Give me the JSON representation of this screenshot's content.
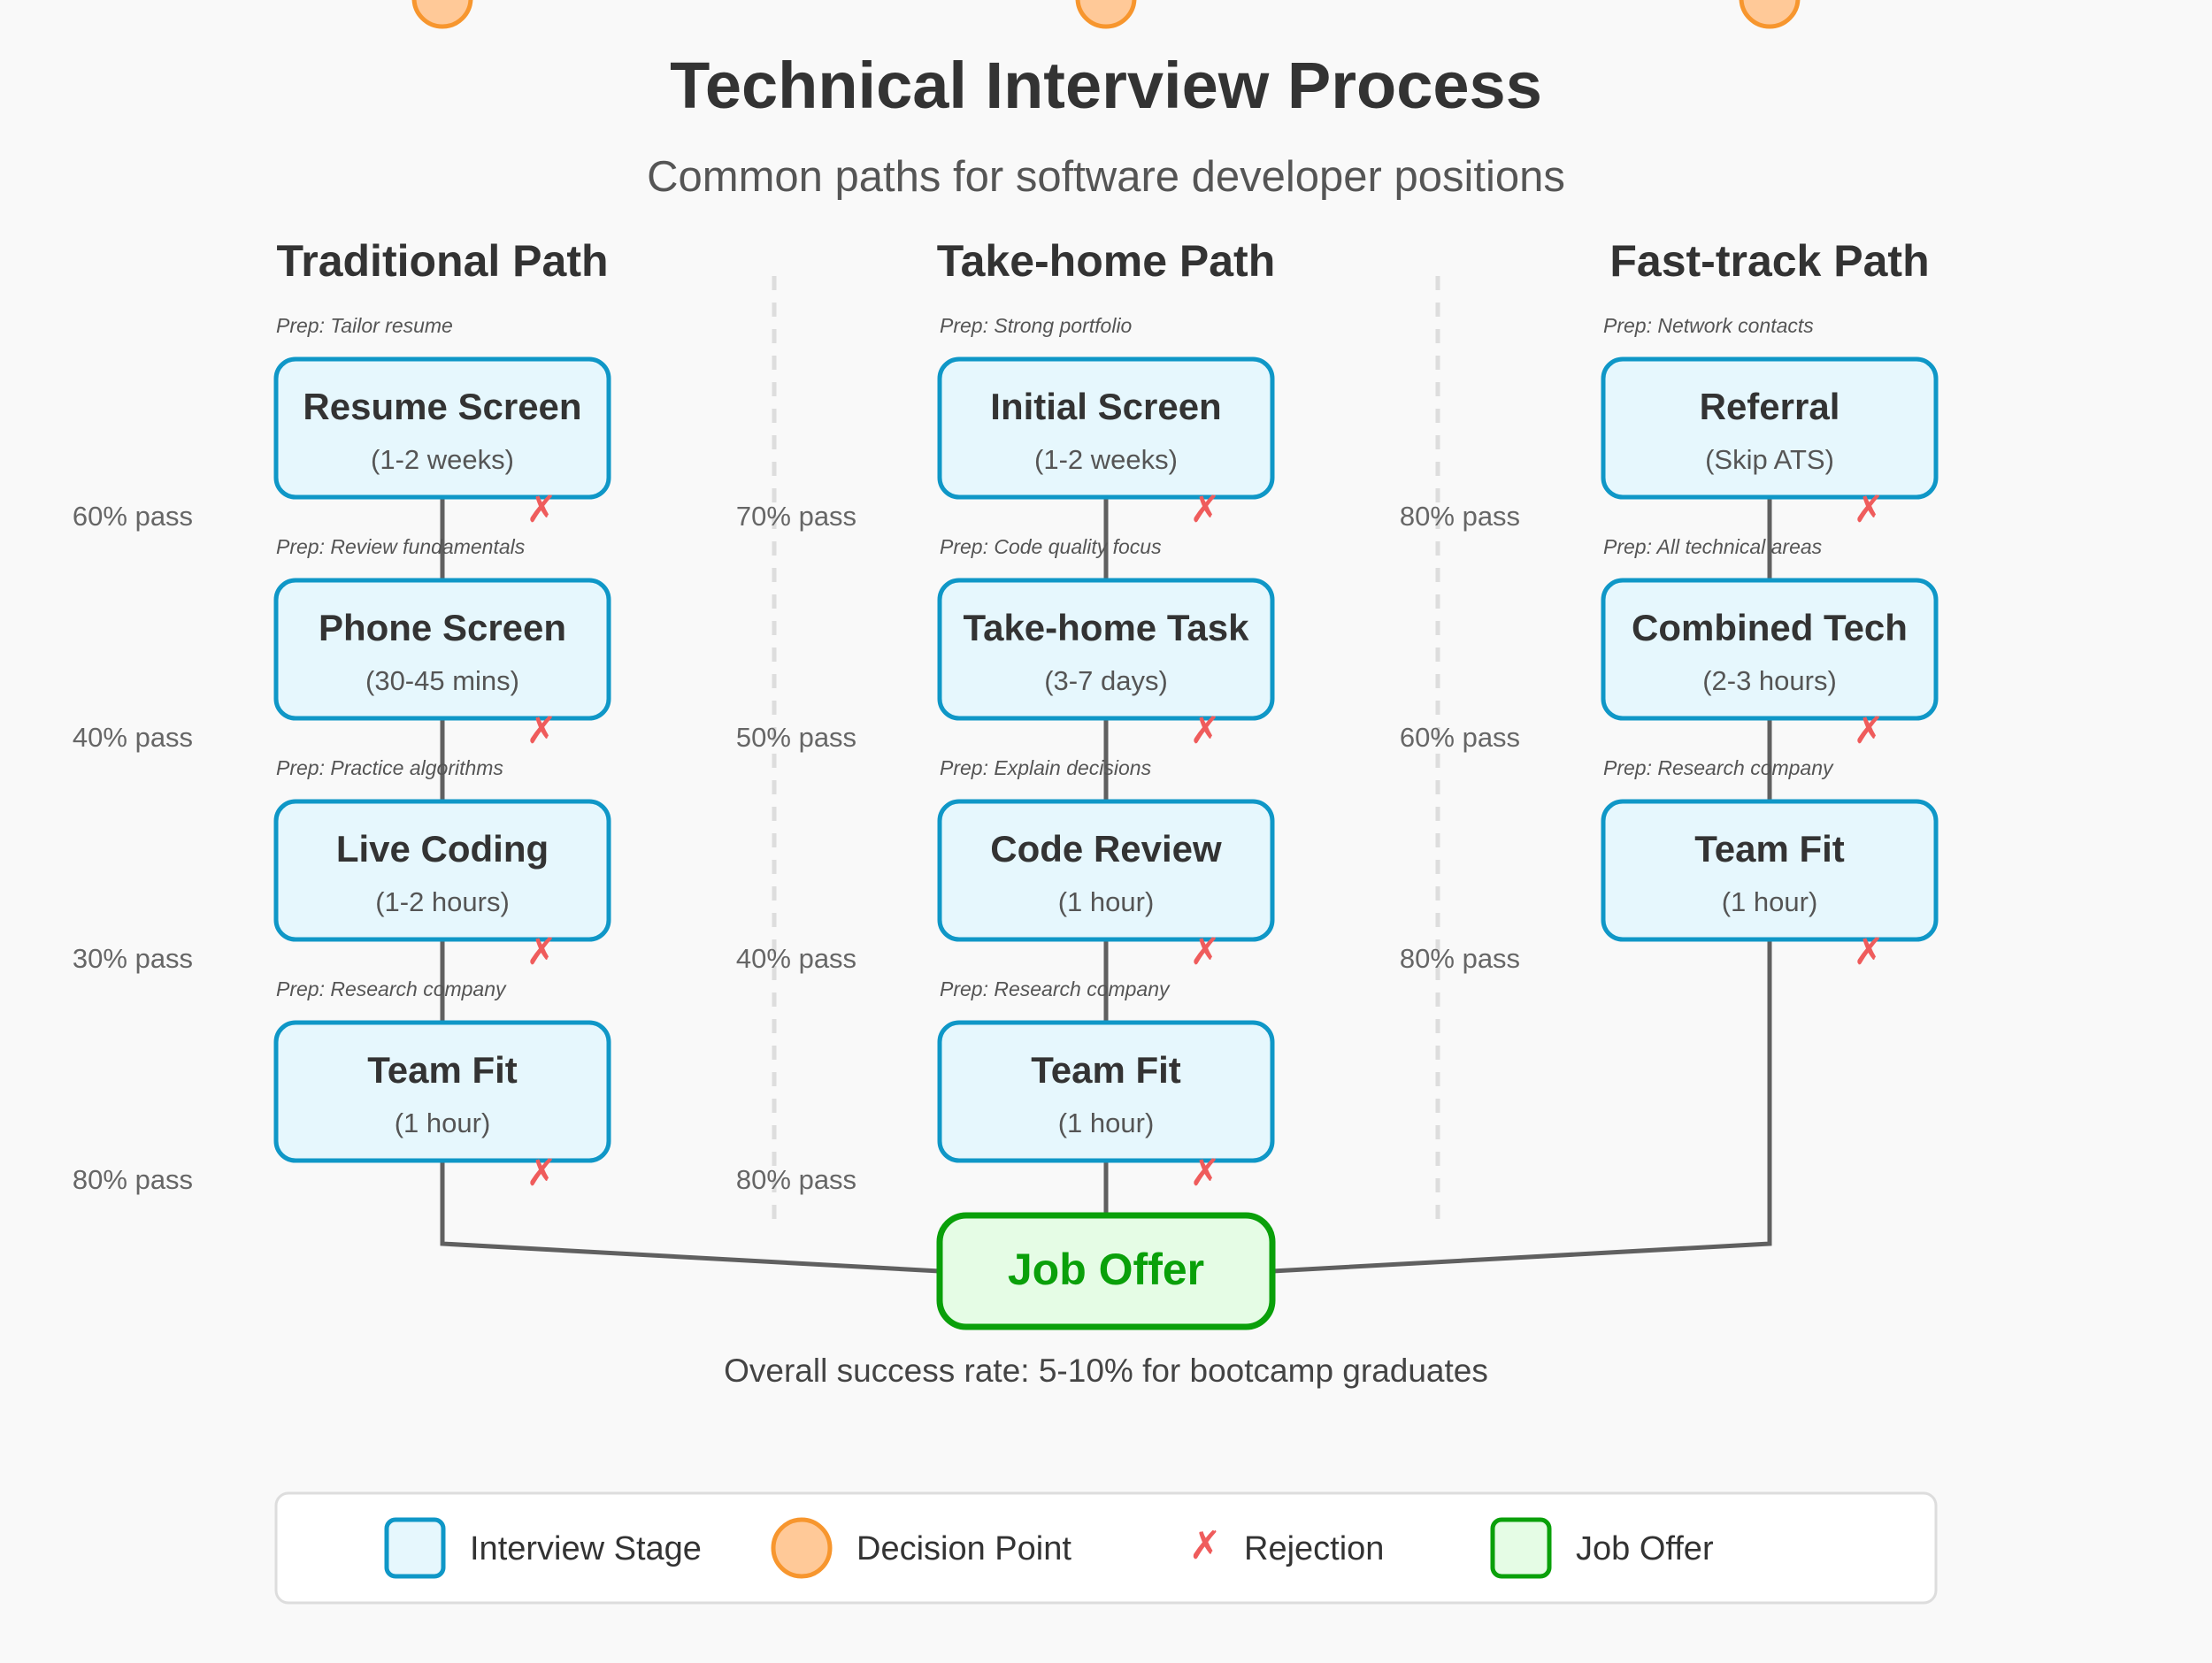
{
  "title": "Technical Interview Process",
  "subtitle": "Common paths for software developer positions",
  "columns": [
    {
      "title": "Traditional Path",
      "stages": [
        {
          "prep": "Prep: Tailor resume",
          "name": "Resume Screen",
          "duration": "(1-2 weeks)",
          "pass": "60% pass"
        },
        {
          "prep": "Prep: Review fundamentals",
          "name": "Phone Screen",
          "duration": "(30-45 mins)",
          "pass": "40% pass"
        },
        {
          "prep": "Prep: Practice algorithms",
          "name": "Live Coding",
          "duration": "(1-2 hours)",
          "pass": "30% pass"
        },
        {
          "prep": "Prep: Research company",
          "name": "Team Fit",
          "duration": "(1 hour)",
          "pass": "80% pass"
        }
      ]
    },
    {
      "title": "Take-home Path",
      "stages": [
        {
          "prep": "Prep: Strong portfolio",
          "name": "Initial Screen",
          "duration": "(1-2 weeks)",
          "pass": "70% pass"
        },
        {
          "prep": "Prep: Code quality focus",
          "name": "Take-home Task",
          "duration": "(3-7 days)",
          "pass": "50% pass"
        },
        {
          "prep": "Prep: Explain decisions",
          "name": "Code Review",
          "duration": "(1 hour)",
          "pass": "40% pass"
        },
        {
          "prep": "Prep: Research company",
          "name": "Team Fit",
          "duration": "(1 hour)",
          "pass": "80% pass"
        }
      ]
    },
    {
      "title": "Fast-track Path",
      "stages": [
        {
          "prep": "Prep: Network contacts",
          "name": "Referral",
          "duration": "(Skip ATS)",
          "pass": "80% pass"
        },
        {
          "prep": "Prep: All technical areas",
          "name": "Combined Tech",
          "duration": "(2-3 hours)",
          "pass": "60% pass"
        },
        {
          "prep": "Prep: Research company",
          "name": "Team Fit",
          "duration": "(1 hour)",
          "pass": "80% pass"
        }
      ]
    }
  ],
  "reject_symbol": "✗",
  "offer": {
    "label": "Job Offer"
  },
  "summary": "Overall success rate: 5-10% for bootcamp graduates",
  "legend": {
    "interview_stage": "Interview Stage",
    "decision_point": "Decision Point",
    "rejection": "Rejection",
    "job_offer": "Job Offer"
  },
  "colors": {
    "stage_fill": "#e6f7fd",
    "stage_border": "#0f97c7",
    "decision_fill": "#ffc998",
    "decision_border": "#f7962e",
    "rejection": "#ef5c5c",
    "offer_fill": "#e5fce5",
    "offer_border": "#0aa00a",
    "connector": "#606060"
  }
}
